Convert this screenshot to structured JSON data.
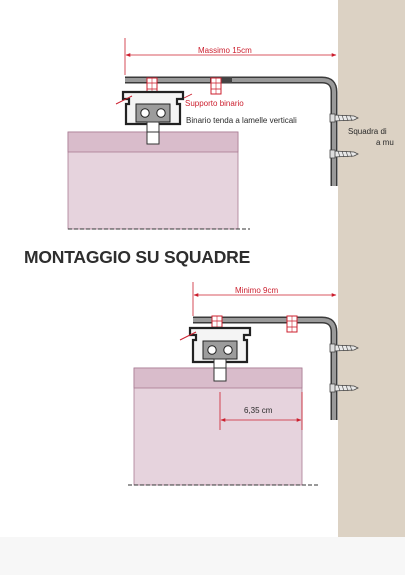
{
  "top": {
    "dimension_label": "Massimo 15cm",
    "support_label": "Supporto binario",
    "rail_label": "Binario tenda a lamelle verticali",
    "bracket_label_line1": "Squadra di",
    "bracket_label_line2": "a mu"
  },
  "heading": "MONTAGGIO SU SQUADRE",
  "bottom": {
    "dimension_label": "Minimo 9cm",
    "offset_label": "6,35 cm"
  },
  "colors": {
    "dimension": "#cc1f2e",
    "valance_fill": "#e6d3dd",
    "valance_top": "#d9bccb",
    "valance_stroke": "#a97b93",
    "wall": "#dcd2c4",
    "metal": "#8a8a8a"
  }
}
